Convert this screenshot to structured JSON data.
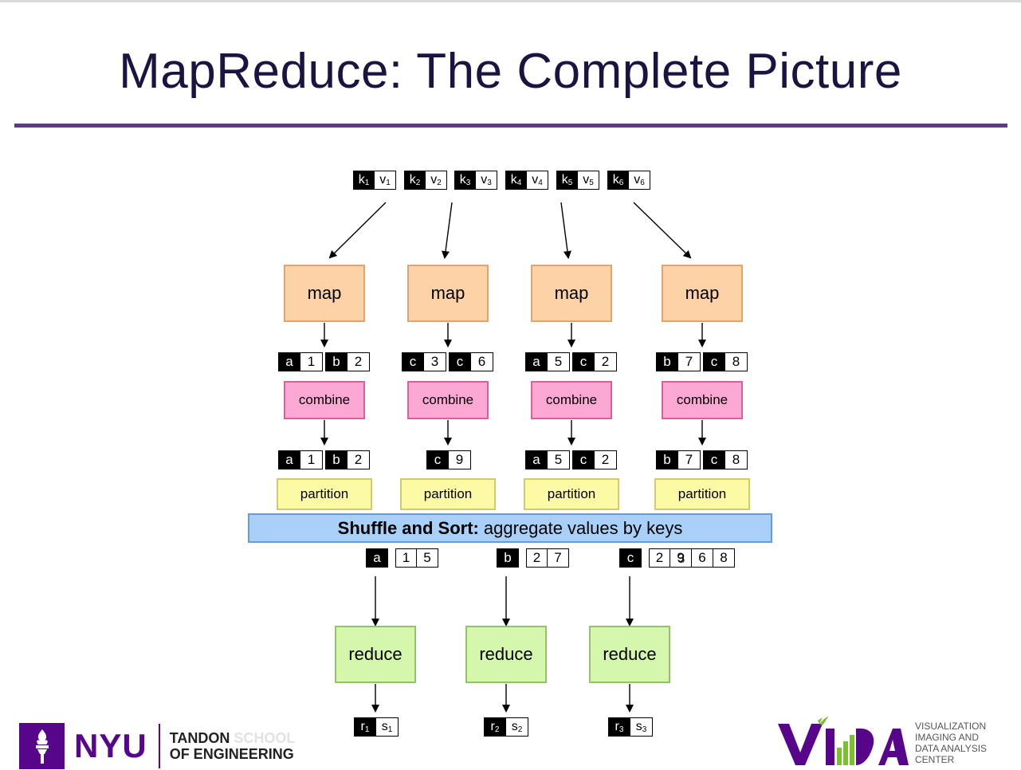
{
  "title": "MapReduce: The Complete Picture",
  "inputs": [
    {
      "k": "k",
      "ki": "1",
      "v": "v",
      "vi": "1"
    },
    {
      "k": "k",
      "ki": "2",
      "v": "v",
      "vi": "2"
    },
    {
      "k": "k",
      "ki": "3",
      "v": "v",
      "vi": "3"
    },
    {
      "k": "k",
      "ki": "4",
      "v": "v",
      "vi": "4"
    },
    {
      "k": "k",
      "ki": "5",
      "v": "v",
      "vi": "5"
    },
    {
      "k": "k",
      "ki": "6",
      "v": "v",
      "vi": "6"
    }
  ],
  "map_label": "map",
  "combine_label": "combine",
  "partition_label": "partition",
  "reduce_label": "reduce",
  "map_outputs": [
    [
      [
        "a",
        "1"
      ],
      [
        "b",
        "2"
      ]
    ],
    [
      [
        "c",
        "3"
      ],
      [
        "c",
        "6"
      ]
    ],
    [
      [
        "a",
        "5"
      ],
      [
        "c",
        "2"
      ]
    ],
    [
      [
        "b",
        "7"
      ],
      [
        "c",
        "8"
      ]
    ]
  ],
  "combine_outputs": [
    [
      [
        "a",
        "1"
      ],
      [
        "b",
        "2"
      ]
    ],
    [
      [
        "c",
        "9"
      ]
    ],
    [
      [
        "a",
        "5"
      ],
      [
        "c",
        "2"
      ]
    ],
    [
      [
        "b",
        "7"
      ],
      [
        "c",
        "8"
      ]
    ]
  ],
  "shuffle": {
    "bold": "Shuffle and Sort:",
    "rest": "aggregate values by keys"
  },
  "grouped": [
    {
      "key": "a",
      "values": [
        "1",
        "5"
      ]
    },
    {
      "key": "b",
      "values": [
        "2",
        "7"
      ]
    },
    {
      "key": "c",
      "values": [
        "2",
        "9",
        "6",
        "8"
      ],
      "overlay": [
        "3"
      ]
    }
  ],
  "results": [
    {
      "r": "r",
      "ri": "1",
      "s": "s",
      "si": "1"
    },
    {
      "r": "r",
      "ri": "2",
      "s": "s",
      "si": "2"
    },
    {
      "r": "r",
      "ri": "3",
      "s": "s",
      "si": "3"
    }
  ],
  "footer": {
    "nyu": "NYU",
    "tandon_line1": "TANDON",
    "tandon_line1_faded": "SCHOOL",
    "tandon_line2": "OF ENGINEERING",
    "vida": "VIDA",
    "vida_sub": [
      "VISUALIZATION",
      "IMAGING AND",
      "DATA ANALYSIS",
      "CENTER"
    ]
  }
}
